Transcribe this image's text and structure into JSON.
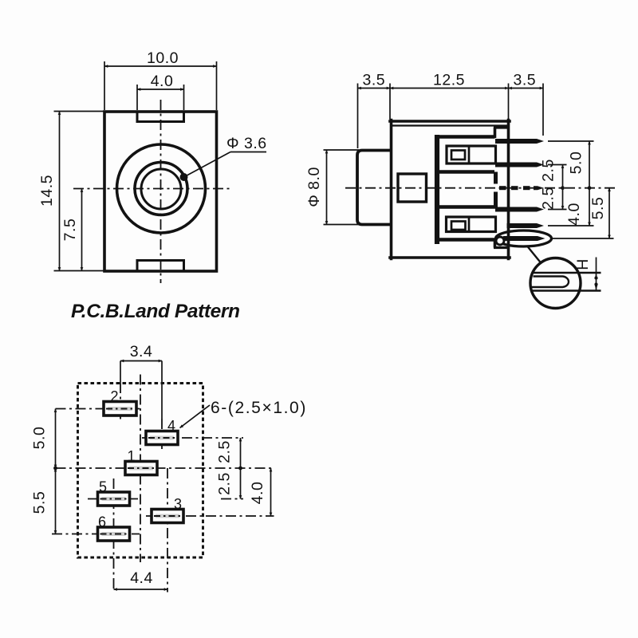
{
  "colors": {
    "ink": "#161616",
    "paper": "#fdfdfd"
  },
  "front_view": {
    "dim_overall_width": "10.0",
    "dim_slot_width": "4.0",
    "dim_overall_height": "14.5",
    "dim_center_height": "7.5",
    "dim_hole_dia": "Φ 3.6"
  },
  "side_view": {
    "dim_back_depth": "3.5",
    "dim_body_depth": "12.5",
    "dim_pin_length": "3.5",
    "dim_barrel_dia": "Φ 8.0",
    "dim_pin_pitch_upper": "2.5",
    "dim_pin_pitch_lower": "2.5",
    "dim_span_upper": "5.0",
    "dim_span_lower": "4.0",
    "dim_span_bottom": "5.5",
    "detail_pin_height": "H"
  },
  "land_pattern": {
    "title": "P.C.B.Land Pattern",
    "dim_col_top": "3.4",
    "dim_row_left_a": "5.0",
    "dim_row_left_b": "5.5",
    "dim_row_right_a": "2.5",
    "dim_row_right_b": "2.5",
    "dim_row_right_c": "4.0",
    "dim_col_bottom": "4.4",
    "pad_note": "6-(2.5×1.0)",
    "pads": [
      {
        "label": "1"
      },
      {
        "label": "2"
      },
      {
        "label": "3"
      },
      {
        "label": "4"
      },
      {
        "label": "5"
      },
      {
        "label": "6"
      }
    ]
  }
}
